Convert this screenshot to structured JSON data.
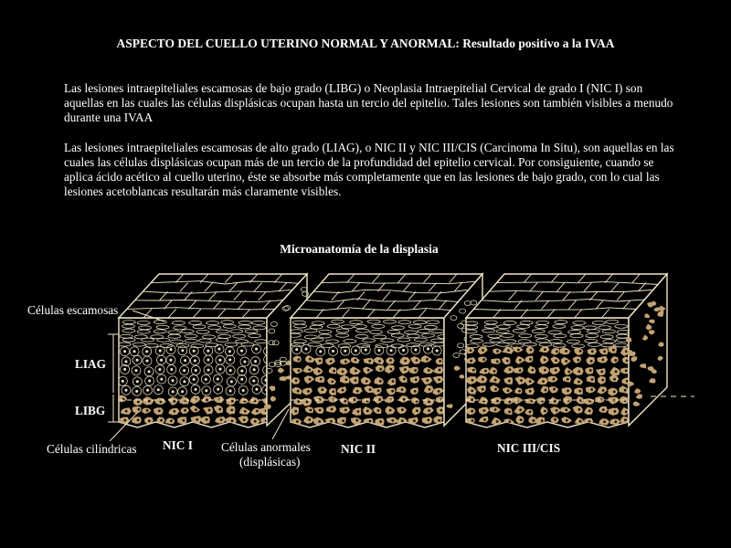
{
  "title": "ASPECTO DEL CUELLO UTERINO NORMAL Y ANORMAL: Resultado positivo a la IVAA",
  "paragraphs": [
    "Las lesiones intraepiteliales escamosas de bajo grado (LIBG) o Neoplasia Intraepitelial Cervical de grado I (NIC I) son aquellas en las cuales las células displásicas ocupan hasta un tercio del epitelio. Tales lesiones son también visibles a menudo durante una IVAA",
    "Las lesiones intraepiteliales escamosas de alto grado (LIAG), o NIC II y NIC III/CIS (Carcinoma In Situ), son aquellas en las cuales las células displásicas ocupan más de un tercio de la profundidad del epitelio cervical. Por consiguiente, cuando se aplica ácido acético al cuello uterino, éste se absorbe más completamente que en las lesiones de bajo grado, con lo cual las lesiones acetoblancas resultarán más claramente visibles."
  ],
  "diagram": {
    "title": "Microanatomía de la displasia",
    "labels": {
      "squamous": "Células escamosas",
      "liag": "LIAG",
      "libg": "LIBG",
      "columnar": "Células cilíndricas",
      "nic1": "NIC I",
      "abnormal_1": "Células anormales",
      "abnormal_2": "(displásicas)",
      "nic2": "NIC II",
      "nic3": "NIC III/CIS"
    },
    "colors": {
      "background": "#000000",
      "line": "#f2e6c8",
      "dysplastic_fill": "#c2a374",
      "nucleus_dark": "#1a1208"
    }
  }
}
